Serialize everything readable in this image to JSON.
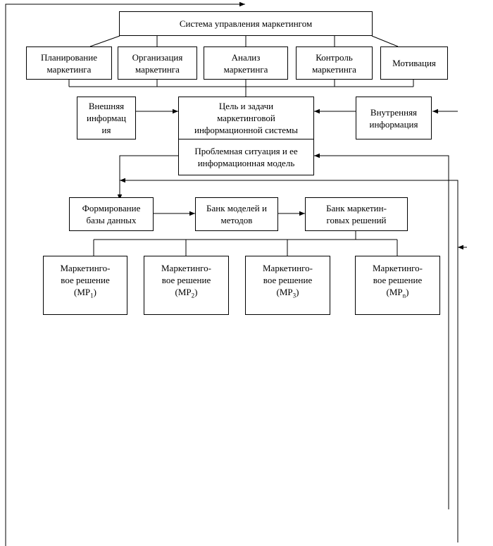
{
  "top": "Система управления маркетингом",
  "functions": [
    "Планирование\nмаркетинга",
    "Организация\nмаркетинга",
    "Анализ\nмаркетинга",
    "Контроль\nмаркетинга",
    "Мотивация"
  ],
  "external": "Внешняя\nинформац\nия",
  "internal": "Внутренняя\nинформация",
  "goal": "Цель и задачи\nмаркетинговой\nинформационной системы",
  "problem": "Проблемная ситуация  и ее\nинформационная модель",
  "chain": [
    "Формирование\nбазы данных",
    "Банк моделей и\nметодов",
    "Банк маркетин-\nговых решений"
  ],
  "decision_label": "Маркетинго-\nвое решение",
  "decisions": [
    {
      "prefix": "(МР",
      "sub": "1",
      "suffix": ")"
    },
    {
      "prefix": "(МР",
      "sub": "2",
      "suffix": ")"
    },
    {
      "prefix": "(МР",
      "sub": "3",
      "suffix": ")"
    },
    {
      "prefix": "(МР",
      "sub": "n",
      "suffix": ")"
    }
  ]
}
